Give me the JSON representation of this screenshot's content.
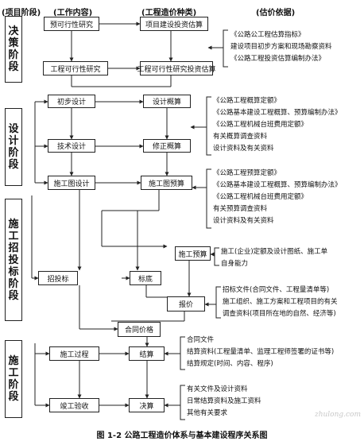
{
  "headers": {
    "stage": "(项目阶段)",
    "work": "(工作内容)",
    "cost": "(工程造价种类)",
    "basis": "(估价依据)"
  },
  "stages": {
    "decision": "决策阶段",
    "design": "设计阶段",
    "bidding": "施工招投标阶段",
    "construction": "施工阶段"
  },
  "boxes": {
    "feasibility_pre": "预可行性研究",
    "estimate_project": "项目建设投资估算",
    "feasibility": "工程可行性研究",
    "estimate_feasibility": "工程可行性研究投资估算",
    "prelim_design": "初步设计",
    "design_budget": "设计概算",
    "tech_design": "技术设计",
    "revised_budget": "修正概算",
    "construction_drawing": "施工图设计",
    "drawing_budget": "施工图预算",
    "contractor_budget": "施工预算",
    "bidding": "招投标",
    "bid_floor": "标底",
    "quote": "报价",
    "contract_price": "合同价格",
    "construction_process": "施工过程",
    "settlement": "结算",
    "completion_acceptance": "竣工验收",
    "final_accounts": "决算"
  },
  "basis": {
    "decision": [
      "《公路公工程估算指标》",
      "建设项目初步方案和现场勘察资料",
      "《公路工程投资估算编制办法》"
    ],
    "design": [
      "《公路工程概算定额》",
      "《公路基本建设工程概算、预算编制办法》",
      "《公路工程机械台班费用定额》",
      "有关概算调查资料",
      "设计资料及有关资料"
    ],
    "drawing": [
      "《公路工程预算定额》",
      "《公路基本建设工程概算、预算编制办法》",
      "《公路工程机械台班费用定额》",
      "有关预算调查资料",
      "设计资料及有关资料"
    ],
    "contractor": [
      "施工(企业)定额及设计图纸、施工单",
      "自身能力"
    ],
    "quote": [
      "招标文件(合同文件、工程量清单等)",
      "施工组织、施工方案和工程项目的有关",
      "调查资料(项目所在地的自然、经济等)"
    ],
    "settlement": [
      "合同文件",
      "结算资料(工程量清单、监理工程师签署的证书等)",
      "结算规定(时间、内容、程序)"
    ],
    "final": [
      "有关文件及设计资料",
      "日常结算资料及施工资料",
      "其他有关要求"
    ]
  },
  "caption": "图 1-2  公路工程造价体系与基本建设程序关系图",
  "watermark": "zhulong.com"
}
